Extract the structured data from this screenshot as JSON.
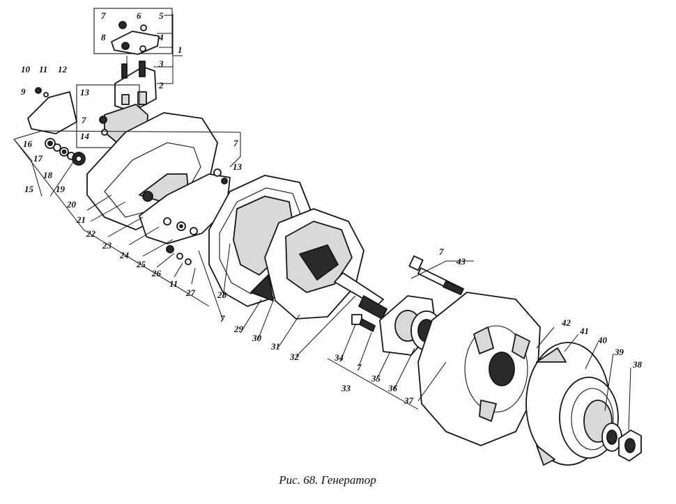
{
  "caption": "Рис. 68. Генератор",
  "labels": [
    "1",
    "2",
    "3",
    "4",
    "5",
    "6",
    "7",
    "8",
    "9",
    "10",
    "11",
    "12",
    "13",
    "14",
    "15",
    "16",
    "17",
    "18",
    "19",
    "20",
    "21",
    "22",
    "23",
    "24",
    "25",
    "26",
    "27",
    "28",
    "29",
    "30",
    "31",
    "32",
    "33",
    "34",
    "35",
    "36",
    "37",
    "38",
    "39",
    "40",
    "41",
    "42",
    "43"
  ],
  "repeated_labels": [
    "7",
    "7",
    "7",
    "7",
    "7",
    "11",
    "13"
  ]
}
